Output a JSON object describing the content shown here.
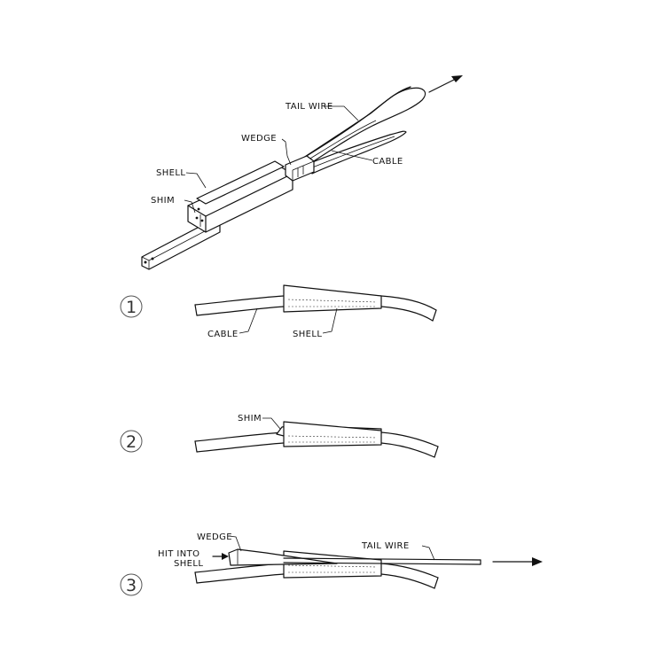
{
  "overview": {
    "labels": {
      "tail_wire": "TAIL WIRE",
      "wedge": "WEDGE",
      "cable": "CABLE",
      "shell": "SHELL",
      "shim": "SHIM"
    }
  },
  "steps": [
    {
      "number": "1",
      "labels": {
        "cable": "CABLE",
        "shell": "SHELL"
      }
    },
    {
      "number": "2",
      "labels": {
        "shim": "SHIM"
      }
    },
    {
      "number": "3",
      "labels": {
        "wedge": "WEDGE",
        "hit_line1": "HIT INTO",
        "hit_line2": "SHELL",
        "tail_wire": "TAIL WIRE"
      }
    }
  ]
}
